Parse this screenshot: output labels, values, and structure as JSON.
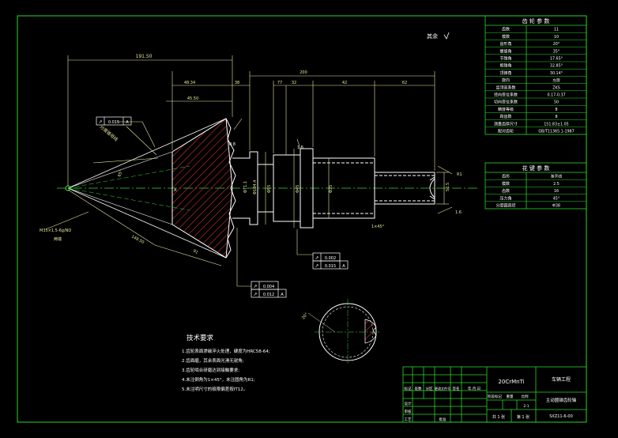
{
  "colors": {
    "background": "#000000",
    "frame": "#2bd62b",
    "outline": "#ffffff",
    "dimension": "#e8e8a0",
    "centerline": "#39d639",
    "hatch": "#d23232",
    "table_grid": "#2bd62b"
  },
  "roughness_note": "其余",
  "gear_params": {
    "title": "齿 轮 参 数",
    "rows": [
      {
        "label": "齿数",
        "value": "11"
      },
      {
        "label": "模数",
        "value": "10"
      },
      {
        "label": "齿形角",
        "value": "20°"
      },
      {
        "label": "螺旋角",
        "value": "35°"
      },
      {
        "label": "节锥角",
        "value": "17.65°"
      },
      {
        "label": "根锥角",
        "value": "32.85°"
      },
      {
        "label": "顶锥角",
        "value": "30.14°"
      },
      {
        "label": "旋向",
        "value": "左旋"
      },
      {
        "label": "齿顶高系数",
        "value": "ZKS"
      },
      {
        "label": "径向变位系数",
        "value": "0.17-0.37"
      },
      {
        "label": "切向变位系数",
        "value": "50"
      },
      {
        "label": "精度等级",
        "value": "8"
      },
      {
        "label": "跨齿数",
        "value": "8"
      },
      {
        "label": "测量齿厚尺寸",
        "value": "151.83±1.05"
      },
      {
        "label": "配对齿轮",
        "value": "GB/T11365.1-1987"
      }
    ]
  },
  "spline_params": {
    "title": "花 键 参 数",
    "rows": [
      {
        "label": "齿形",
        "value": "渐开线"
      },
      {
        "label": "模数",
        "value": "2.5"
      },
      {
        "label": "齿数",
        "value": "16"
      },
      {
        "label": "压力角",
        "value": "45°"
      },
      {
        "label": "分度圆直径",
        "value": "Φ38"
      }
    ]
  },
  "dimensions": {
    "overall": "191.50",
    "left_a": "48.34",
    "left_b": "38",
    "left_c": "45.50",
    "total_right": "200",
    "right_a": "77",
    "right_b": "32",
    "right_c": "42",
    "right_d": "62",
    "dia_mid": "Φ55",
    "dia_spline": "Φ45",
    "dia_small": "Φ35",
    "radius_note": "R1",
    "chamfer": "1×45°",
    "cone_note": "分度锥母线",
    "cone_width": "148.50",
    "cone_angle": "65°",
    "mark_left": "91",
    "mark_right": "56.5",
    "gear_dim_1": "Φ184.4",
    "gear_dim_2": "Φ71.1",
    "thread": "M35×1.5-6g"
  },
  "tolerances": {
    "cone_runout": {
      "symbol": "↗",
      "value": "0.015",
      "datum": "A"
    },
    "shaft_a": {
      "symbol": "↗",
      "value": "0.002",
      "datum": ""
    },
    "shaft_b": {
      "symbol": "↗",
      "value": "0.015",
      "datum": "A"
    },
    "shaft_c": {
      "symbol": "↗",
      "value": "0.004",
      "datum": ""
    },
    "shaft_d": {
      "symbol": "↗",
      "value": "0.012",
      "datum": "A"
    }
  },
  "callouts": {
    "left_note": "M35×1.5-6g/ND",
    "left_note_2": "两端",
    "surface_a": "0.8",
    "surface_b": "1.6",
    "datum_a": "A",
    "section_scale": "20°"
  },
  "tech_requirements": {
    "title": "技术要求",
    "items": [
      "1.齿轮表面渗碳淬火处理，硬度为HRC58-64;",
      "2.齿面磨，其余表面光滑无锐角;",
      "3.齿轮啮合研磨达到接触要求;",
      "4.未注倒角为1×45°，未注圆角为R1;",
      "5.未注明尺寸的极限偏差按IT12。"
    ]
  },
  "title_block": {
    "material": "20CrMnTi",
    "school": "车辆工程",
    "part_name": "主动圆锥齿轮轴",
    "drawing_no": "SXZ11-6-00",
    "row_labels": [
      "标记",
      "处数",
      "分区",
      "更改文件号",
      "签名",
      "年.月.日"
    ],
    "stage": "阶段标记",
    "weight": "重量",
    "scale": "比例",
    "scale_value": "2:1",
    "design": "设计",
    "check": "审核",
    "craft": "工艺",
    "approve": "批准",
    "sheets": "共 1 张",
    "sheet": "第 1 张"
  }
}
